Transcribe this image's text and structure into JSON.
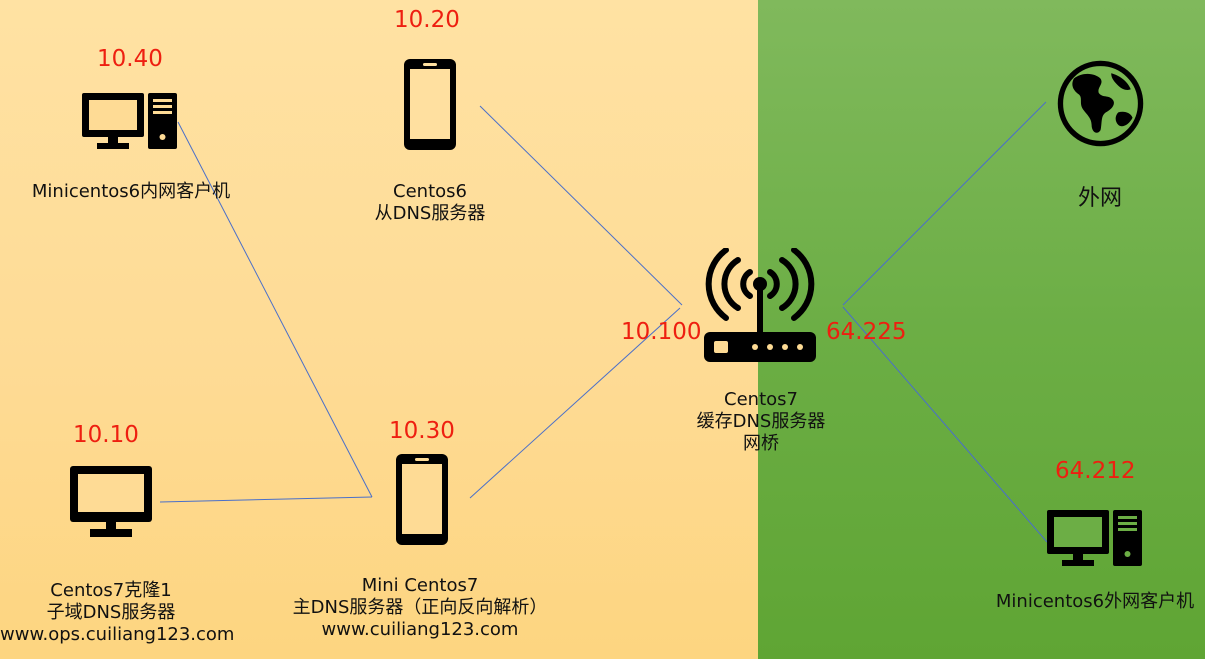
{
  "colors": {
    "lan_zone": "#fedb95",
    "wan_zone": "#6cae45",
    "ip_text": "#ee1f10",
    "link": "#4a6fc9",
    "icon": "#000000"
  },
  "nodes": {
    "client_lan": {
      "icon": "desktop-tower-icon",
      "ip": "10.40",
      "lines": [
        "Minicentos6内网客户机"
      ]
    },
    "slave_dns": {
      "icon": "phone-icon",
      "ip": "10.20",
      "lines": [
        "Centos6",
        "从DNS服务器"
      ]
    },
    "router": {
      "icon": "wifi-router-icon",
      "ip_left": "10.100",
      "ip_right": "64.225",
      "lines": [
        "Centos7",
        "缓存DNS服务器",
        "网桥"
      ]
    },
    "internet": {
      "icon": "globe-icon",
      "lines": [
        "外网"
      ]
    },
    "sub_dns": {
      "icon": "monitor-icon",
      "ip": "10.10",
      "lines": [
        "Centos7克隆1",
        "子域DNS服务器",
        "www.ops.cuiliang123.com"
      ]
    },
    "master_dns": {
      "icon": "phone-icon",
      "ip": "10.30",
      "lines": [
        "Mini Centos7",
        "主DNS服务器（正向反向解析）",
        "www.cuiliang123.com"
      ]
    },
    "client_wan": {
      "icon": "desktop-tower-icon",
      "ip": "64.212",
      "lines": [
        "Minicentos6外网客户机"
      ]
    }
  }
}
